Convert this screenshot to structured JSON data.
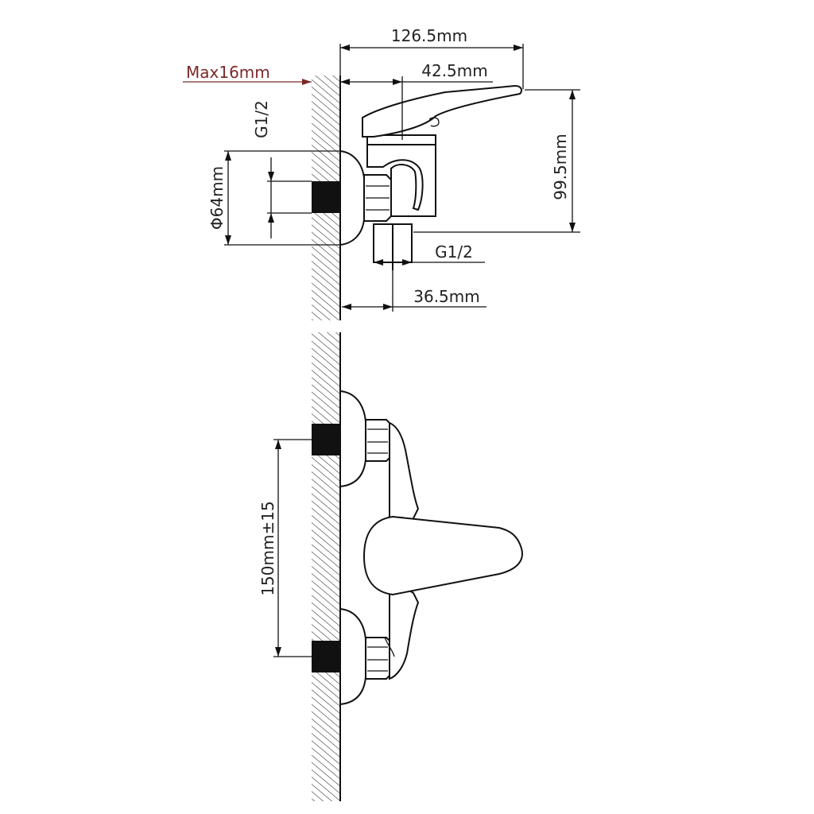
{
  "colors": {
    "line": "#111111",
    "accent": "#7a2a2a",
    "background": "#ffffff"
  },
  "dimensions": {
    "overall_length": "126.5mm",
    "lever_offset": "42.5mm",
    "max_wall": "Max16mm",
    "height": "99.5mm",
    "inlet_thread": "G1/2",
    "outlet_thread": "G1/2",
    "flange_diameter": "Φ64mm",
    "outlet_offset": "36.5mm",
    "inlet_spacing": "150mm±15"
  }
}
